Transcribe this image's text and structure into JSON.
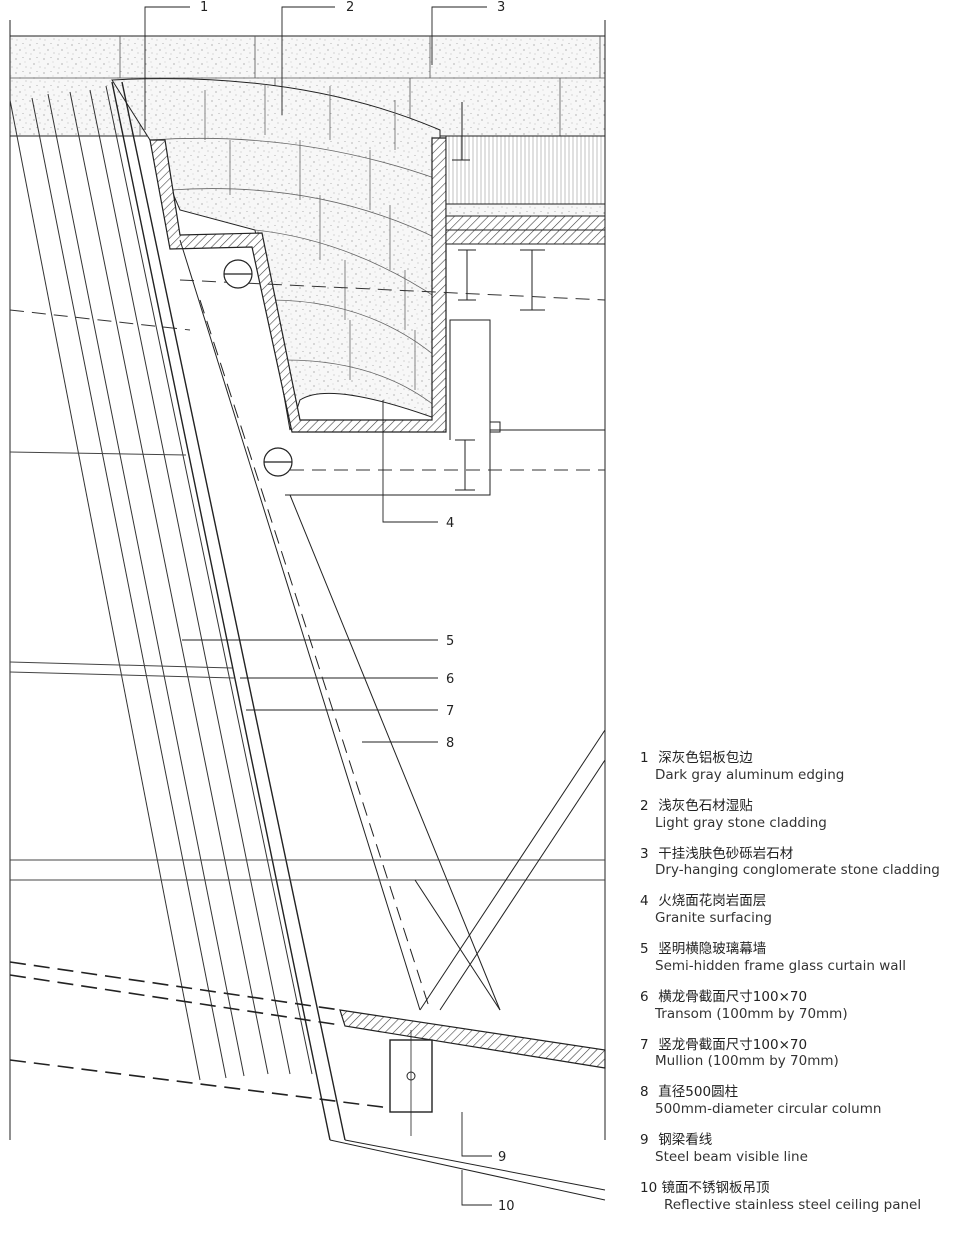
{
  "callouts": [
    "1",
    "2",
    "3",
    "4",
    "5",
    "6",
    "7",
    "8",
    "9",
    "10"
  ],
  "legend": [
    {
      "num": "1",
      "zh": "深灰色铝板包边",
      "en": "Dark gray aluminum edging"
    },
    {
      "num": "2",
      "zh": "浅灰色石材湿贴",
      "en": "Light gray stone cladding"
    },
    {
      "num": "3",
      "zh": "干挂浅肤色砂砾岩石材",
      "en": "Dry-hanging conglomerate stone cladding"
    },
    {
      "num": "4",
      "zh": "火烧面花岗岩面层",
      "en": "Granite surfacing"
    },
    {
      "num": "5",
      "zh": "竖明横隐玻璃幕墙",
      "en": "Semi-hidden frame glass curtain wall"
    },
    {
      "num": "6",
      "zh": "横龙骨截面尺寸100×70",
      "en": "Transom (100mm by 70mm)"
    },
    {
      "num": "7",
      "zh": "竖龙骨截面尺寸100×70",
      "en": "Mullion (100mm by 70mm)"
    },
    {
      "num": "8",
      "zh": "直径500圆柱",
      "en": "500mm-diameter circular column"
    },
    {
      "num": "9",
      "zh": "钢梁看线",
      "en": "Steel beam visible line"
    },
    {
      "num": "10",
      "zh": "镜面不锈钢板吊顶",
      "en": "Reflective stainless steel ceiling panel"
    }
  ],
  "colors": {
    "line": "#222222",
    "hatch": "#555555",
    "stone_fill": "#f2f2f2",
    "light_line": "#888888"
  }
}
